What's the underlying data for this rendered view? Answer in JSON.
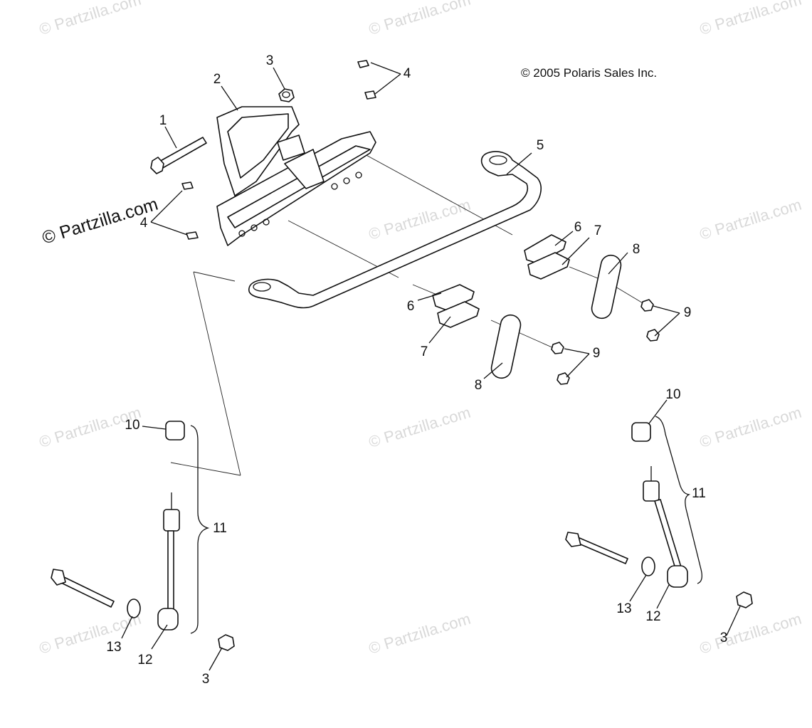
{
  "copyright": "© 2005 Polaris Sales Inc.",
  "watermark_main": "© Partzilla.com",
  "watermark_faint": "© Partzilla.com",
  "callouts": [
    "1",
    "2",
    "3",
    "4",
    "5",
    "6",
    "7",
    "8",
    "9",
    "10",
    "11",
    "12",
    "13",
    "3",
    "4",
    "6",
    "7",
    "8",
    "9",
    "10",
    "11",
    "12",
    "13",
    "3"
  ]
}
